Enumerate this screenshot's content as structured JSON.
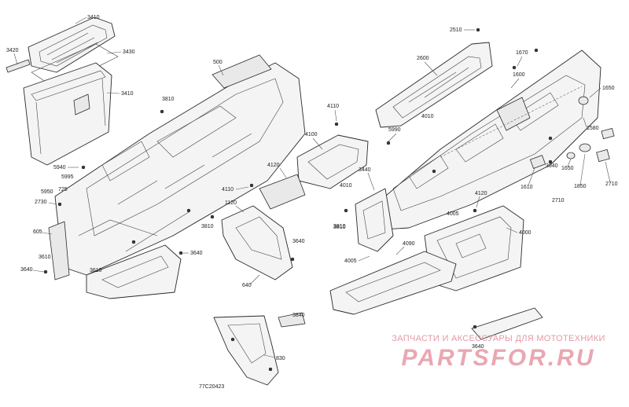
{
  "diagram": {
    "drawing_id": "77C20423",
    "callouts": [
      "3410",
      "3420",
      "3430",
      "3410",
      "500",
      "3810",
      "5940",
      "5995",
      "5950",
      "725",
      "2730",
      "605",
      "3610",
      "3640",
      "3610",
      "3640",
      "3810",
      "1120",
      "3810",
      "3640",
      "640",
      "4110",
      "4100",
      "4120",
      "4110",
      "3440",
      "4010",
      "3810",
      "4005",
      "4090",
      "4000",
      "4005",
      "2510",
      "2600",
      "1670",
      "1600",
      "4010",
      "5990",
      "4120",
      "1650",
      "1580",
      "1650",
      "3640",
      "1610",
      "2710",
      "1850",
      "2710",
      "3640",
      "3840",
      "830"
    ],
    "watermark": {
      "subtitle": "ЗАПЧАСТИ И АКСЕССУАРЫ ДЛЯ МОТОТЕХНИКИ",
      "brand": "PARTSFOR.RU"
    },
    "colors": {
      "line": "#2a2a2a",
      "watermark": "#e39aa6"
    }
  }
}
